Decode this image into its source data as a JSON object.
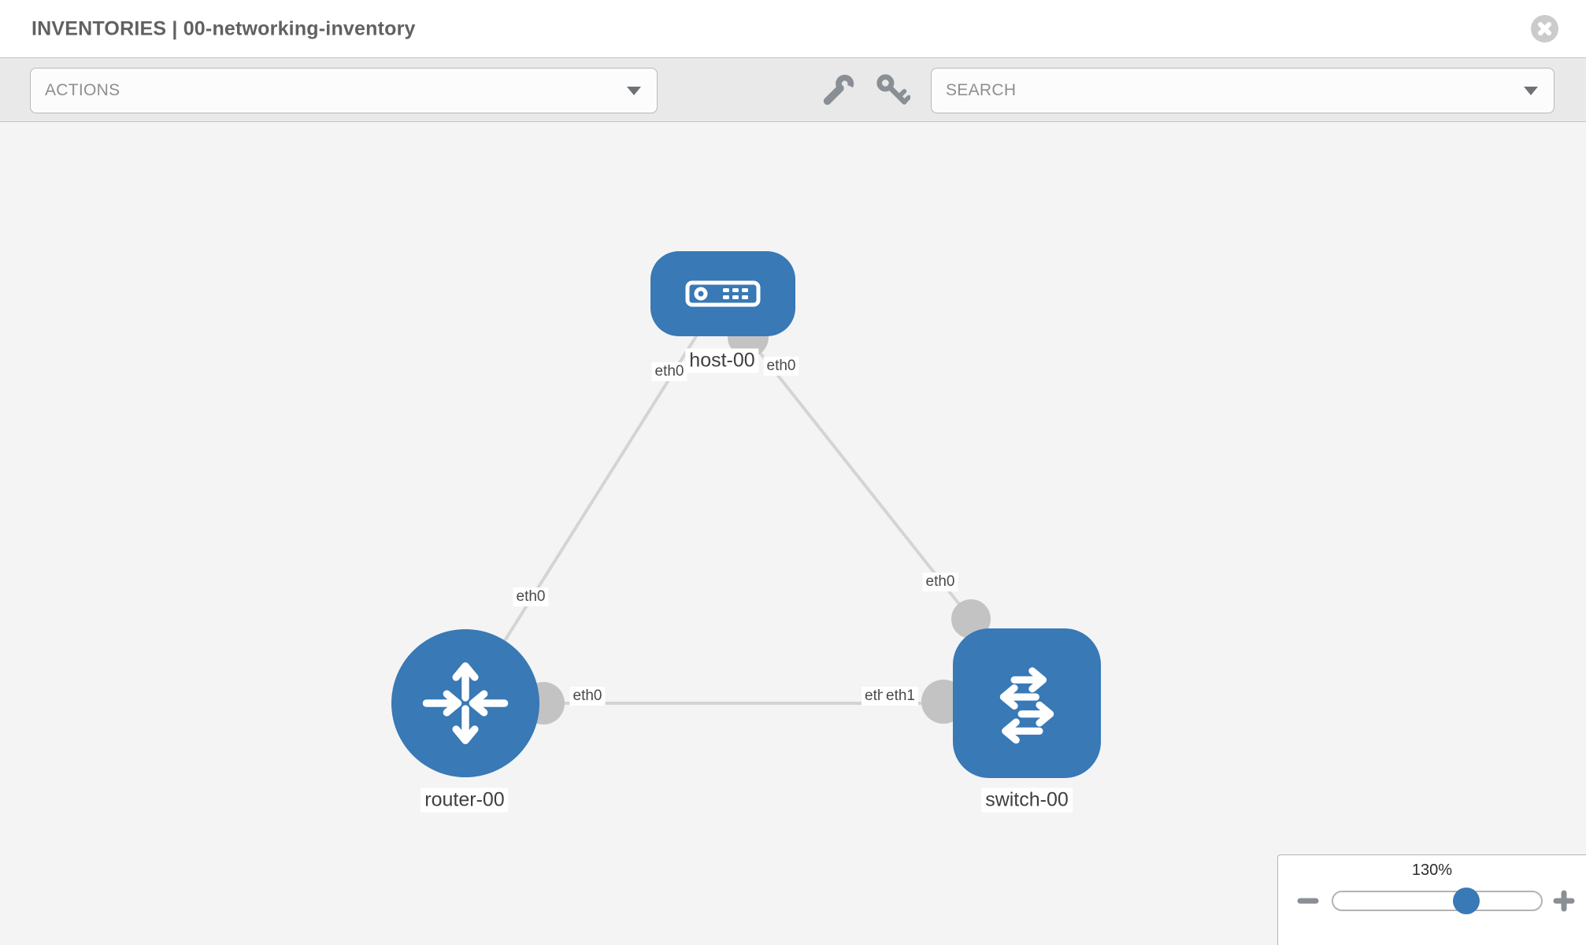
{
  "header": {
    "title": "INVENTORIES | 00-networking-inventory"
  },
  "toolbar": {
    "actions_label": "ACTIONS",
    "search_label": "SEARCH",
    "icons": [
      "wrench-icon",
      "key-icon"
    ]
  },
  "topology": {
    "nodes": [
      {
        "id": "host-00",
        "label": "host-00",
        "type": "host",
        "icon": "host-icon"
      },
      {
        "id": "router-00",
        "label": "router-00",
        "type": "router",
        "icon": "router-icon"
      },
      {
        "id": "switch-00",
        "label": "switch-00",
        "type": "switch",
        "icon": "switch-icon"
      }
    ],
    "links": [
      {
        "from": "router-00",
        "to": "host-00",
        "from_interface": "eth0",
        "to_interface": "eth0"
      },
      {
        "from": "host-00",
        "to": "switch-00",
        "from_interface": "eth0",
        "to_interface": "eth0"
      },
      {
        "from": "router-00",
        "to": "switch-00",
        "from_interface": "eth0",
        "to_interface": "eth1"
      }
    ],
    "interface_labels": [
      {
        "text": "eth0"
      },
      {
        "text": "eth0"
      },
      {
        "text": "eth0"
      },
      {
        "text": "eth0"
      },
      {
        "text": "eth0"
      },
      {
        "text": "eth0"
      },
      {
        "text": "eth1"
      }
    ]
  },
  "zoom": {
    "value": "130%"
  },
  "colors": {
    "node-blue": "#3879b6",
    "link-gray": "#d4d4d4",
    "connector-gray": "#c3c3c3"
  }
}
